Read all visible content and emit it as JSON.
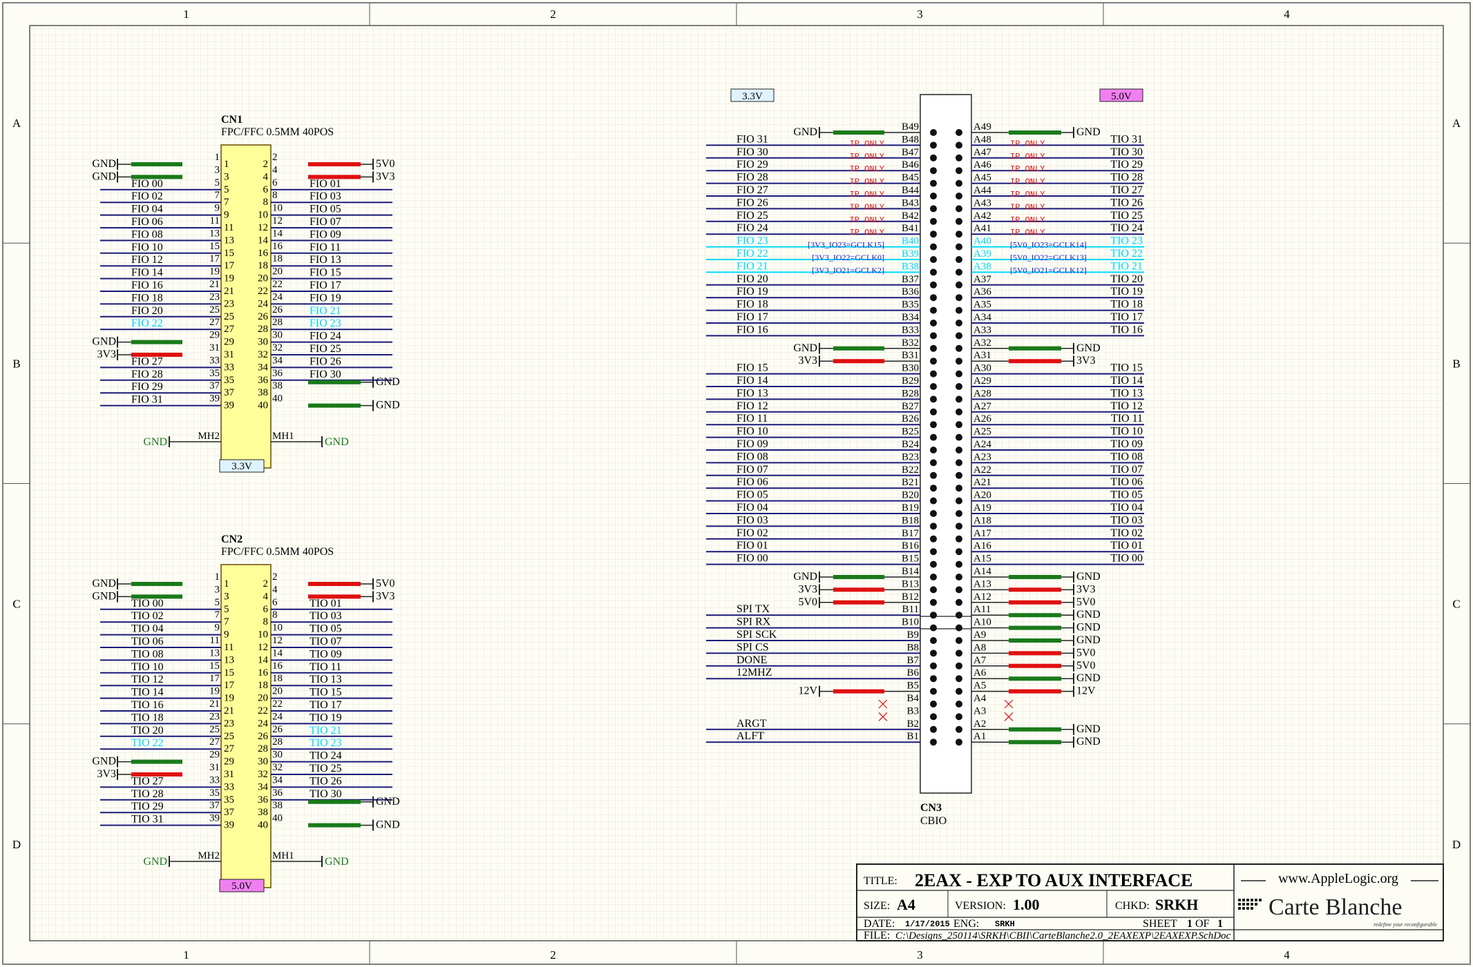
{
  "frame": {
    "columns": [
      "1",
      "2",
      "3",
      "4"
    ],
    "rows": [
      "A",
      "B",
      "C",
      "D"
    ]
  },
  "colors": {
    "wire": "#1a1a7a",
    "fio_special": "#00d8ff",
    "gnd": "#1a7a1a",
    "power": "#e01010",
    "body": "#ffff99",
    "ip_only": "#e01010",
    "gclk": "#1a1acc",
    "tag_33": "#dff3ff",
    "tag_50": "#f080f0"
  },
  "cn1": {
    "ref": "CN1",
    "desc": "FPC/FFC 0.5MM 40POS",
    "left_pins": [
      "1",
      "3",
      "5",
      "7",
      "9",
      "11",
      "13",
      "15",
      "17",
      "19",
      "21",
      "23",
      "25",
      "27",
      "29",
      "31",
      "33",
      "35",
      "37",
      "39"
    ],
    "right_pins": [
      "2",
      "4",
      "6",
      "8",
      "10",
      "12",
      "14",
      "16",
      "18",
      "20",
      "22",
      "24",
      "26",
      "28",
      "30",
      "32",
      "34",
      "36",
      "38",
      "40"
    ],
    "left_nets": [
      "GND",
      "GND",
      "FIO_00",
      "FIO_02",
      "FIO_04",
      "FIO_06",
      "FIO_08",
      "FIO_10",
      "FIO_12",
      "FIO_14",
      "FIO_16",
      "FIO_18",
      "FIO_20",
      "FIO_22",
      "GND",
      "3V3",
      "FIO_27",
      "FIO_28",
      "FIO_29",
      "FIO_31"
    ],
    "right_nets": [
      "5V0",
      "3V3",
      "FIO_01",
      "FIO_03",
      "FIO_05",
      "FIO_07",
      "FIO_09",
      "FIO_11",
      "FIO_13",
      "FIO_15",
      "FIO_17",
      "FIO_19",
      "FIO_21",
      "FIO_23",
      "FIO_24",
      "FIO_25",
      "FIO_26",
      "FIO_30",
      "",
      "GND"
    ],
    "mh_left": "MH2",
    "mh_right": "MH1",
    "gnd_label": "GND",
    "right_gnd_36": "GND",
    "voltage": "3.3V"
  },
  "cn2": {
    "ref": "CN2",
    "desc": "FPC/FFC 0.5MM 40POS",
    "left_nets": [
      "GND",
      "GND",
      "TIO_00",
      "TIO_02",
      "TIO_04",
      "TIO_06",
      "TIO_08",
      "TIO_10",
      "TIO_12",
      "TIO_14",
      "TIO_16",
      "TIO_18",
      "TIO_20",
      "TIO_22",
      "GND",
      "3V3",
      "TIO_27",
      "TIO_28",
      "TIO_29",
      "TIO_31"
    ],
    "right_nets": [
      "5V0",
      "3V3",
      "TIO_01",
      "TIO_03",
      "TIO_05",
      "TIO_07",
      "TIO_09",
      "TIO_11",
      "TIO_13",
      "TIO_15",
      "TIO_17",
      "TIO_19",
      "TIO_21",
      "TIO_23",
      "TIO_24",
      "TIO_25",
      "TIO_26",
      "TIO_30",
      "",
      "GND"
    ],
    "mh_left": "MH2",
    "mh_right": "MH1",
    "gnd_label": "GND",
    "right_gnd_36": "GND",
    "voltage": "5.0V"
  },
  "cn3": {
    "ref": "CN3",
    "desc": "CBIO",
    "tag_left": "3.3V",
    "tag_right": "5.0V",
    "b_pins": [
      "B49",
      "B48",
      "B47",
      "B46",
      "B45",
      "B44",
      "B43",
      "B42",
      "B41",
      "B40",
      "B39",
      "B38",
      "B37",
      "B36",
      "B35",
      "B34",
      "B33",
      "B32",
      "B31",
      "B30",
      "B29",
      "B28",
      "B27",
      "B26",
      "B25",
      "B24",
      "B23",
      "B22",
      "B21",
      "B20",
      "B19",
      "B18",
      "B17",
      "B16",
      "B15",
      "B14",
      "B13",
      "B12",
      "B11",
      "B10",
      "B9",
      "B8",
      "B7",
      "B6",
      "B5",
      "B4",
      "B3",
      "B2",
      "B1"
    ],
    "a_pins": [
      "A49",
      "A48",
      "A47",
      "A46",
      "A45",
      "A44",
      "A43",
      "A42",
      "A41",
      "A40",
      "A39",
      "A38",
      "A37",
      "A36",
      "A35",
      "A34",
      "A33",
      "A32",
      "A31",
      "A30",
      "A29",
      "A28",
      "A27",
      "A26",
      "A25",
      "A24",
      "A23",
      "A22",
      "A21",
      "A20",
      "A19",
      "A18",
      "A17",
      "A16",
      "A15",
      "A14",
      "A13",
      "A12",
      "A11",
      "A10",
      "A9",
      "A8",
      "A7",
      "A6",
      "A5",
      "A4",
      "A3",
      "A2",
      "A1"
    ],
    "b_nets": [
      "GND",
      "FIO_31",
      "FIO_30",
      "FIO_29",
      "FIO_28",
      "FIO_27",
      "FIO_26",
      "FIO_25",
      "FIO_24",
      "FIO_23",
      "FIO_22",
      "FIO_21",
      "FIO_20",
      "FIO_19",
      "FIO_18",
      "FIO_17",
      "FIO_16",
      "GND",
      "3V3",
      "FIO_15",
      "FIO_14",
      "FIO_13",
      "FIO_12",
      "FIO_11",
      "FIO_10",
      "FIO_09",
      "FIO_08",
      "FIO_07",
      "FIO_06",
      "FIO_05",
      "FIO_04",
      "FIO_03",
      "FIO_02",
      "FIO_01",
      "FIO_00",
      "GND",
      "3V3",
      "5V0",
      "SPI_TX",
      "SPI_RX",
      "SPI_SCK",
      "SPI_CS",
      "DONE",
      "12MHZ",
      "12V",
      "",
      "",
      "ARGT",
      "ALFT"
    ],
    "a_nets": [
      "GND",
      "TIO_31",
      "TIO_30",
      "TIO_29",
      "TIO_28",
      "TIO_27",
      "TIO_26",
      "TIO_25",
      "TIO_24",
      "TIO_23",
      "TIO_22",
      "TIO_21",
      "TIO_20",
      "TIO_19",
      "TIO_18",
      "TIO_17",
      "TIO_16",
      "GND",
      "3V3",
      "TIO_15",
      "TIO_14",
      "TIO_13",
      "TIO_12",
      "TIO_11",
      "TIO_10",
      "TIO_09",
      "TIO_08",
      "TIO_07",
      "TIO_06",
      "TIO_05",
      "TIO_04",
      "TIO_03",
      "TIO_02",
      "TIO_01",
      "TIO_00",
      "GND",
      "3V3",
      "5V0",
      "GND",
      "GND",
      "GND",
      "5V0",
      "5V0",
      "GND",
      "12V",
      "",
      "",
      "GND",
      "GND"
    ],
    "ip_only": "IP ONLY",
    "gclk_b": [
      "[3V3_IO23=GCLK15]",
      "[3V3_IO22=GCLK0]",
      "[3V3_IO21=GCLK2]"
    ],
    "gclk_a": [
      "[5V0_IO23=GCLK14]",
      "[5V0_IO22=GCLK13]",
      "[5V0_IO21=GCLK12]"
    ]
  },
  "title_block": {
    "title_label": "TITLE:",
    "title": "2EAX - EXP TO AUX INTERFACE",
    "size_label": "SIZE:",
    "size": "A4",
    "version_label": "VERSION:",
    "version": "1.00",
    "chkd_label": "CHKD:",
    "chkd": "SRKH",
    "date_label": "DATE:",
    "date": "1/17/2015",
    "eng_label": "ENG:",
    "eng": "SRKH",
    "sheet_label": "SHEET",
    "sheet": "1",
    "of_label": "OF",
    "of": "1",
    "file_label": "FILE:",
    "file": "C:\\Designs_250114\\SRKH\\CBII\\CarteBlanche2.0_2EAXEXP\\2EAXEXP.SchDoc",
    "logo_url_text": "www.AppleLogic.org",
    "logo_name": "Carte Blanche",
    "logo_tagline": "redefine your reconfigurable"
  }
}
